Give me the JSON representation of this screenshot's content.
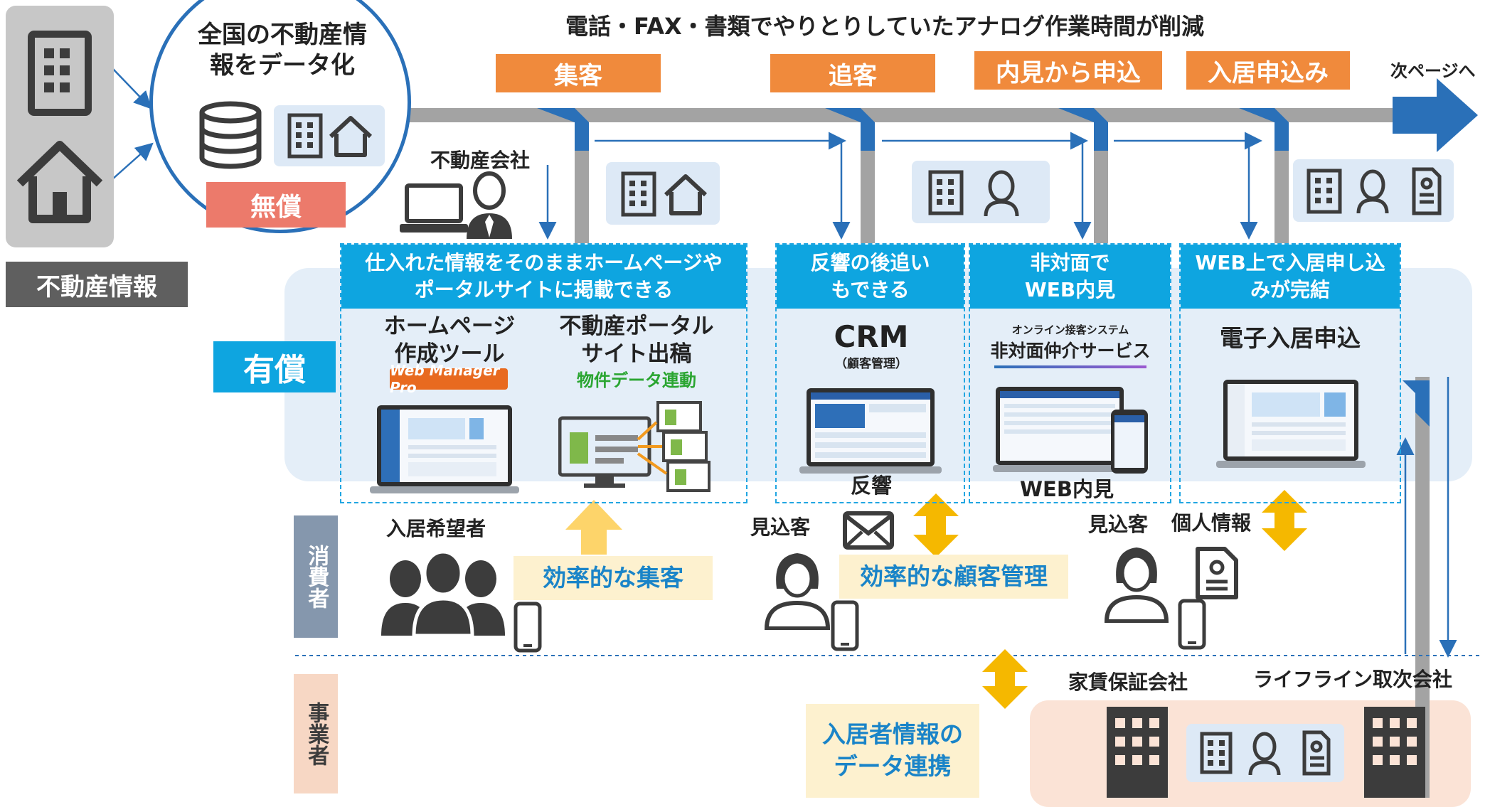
{
  "headline": "電話・FAX・書類でやりとりしていたアナログ作業時間が削減",
  "next_page": "次ページへ",
  "left": {
    "label": "不動産情報",
    "cloud_text": "全国の不動産情報をデータ化",
    "free": "無償"
  },
  "stages": [
    "集客",
    "追客",
    "内見から申込",
    "入居申込み"
  ],
  "paid": "有償",
  "company_label": "不動産会社",
  "features": [
    {
      "head": "仕入れた情報をそのままホームページやポータルサイトに掲載できる"
    },
    {
      "head": "反響の後追いもできる"
    },
    {
      "head": "非対面でWEB内見"
    },
    {
      "head": "WEB上で入居申し込みが完結"
    }
  ],
  "products": {
    "hp_tool": "ホームページ作成ツール",
    "hp_logo": "Web Manager Pro",
    "portal": "不動産ポータルサイト出稿",
    "portal_sub": "物件データ連動",
    "crm": "CRM",
    "crm_sub": "（顧客管理）",
    "crm_caption": "反響",
    "online_small": "オンライン接客システム",
    "online_title": "非対面仲介サービス",
    "online_caption": "WEB内見",
    "apply": "電子入居申込"
  },
  "consumer": {
    "tab": "消費者",
    "applicant": "入居希望者",
    "prospect1": "見込客",
    "prospect2": "見込客",
    "personal": "個人情報"
  },
  "benefits": {
    "acquisition": "効率的な集客",
    "crm": "効率的な顧客管理",
    "link": "入居者情報のデータ連携"
  },
  "business": {
    "tab": "事業者",
    "guarantee": "家賃保証会社",
    "lifeline": "ライフライン取次会社"
  },
  "colors": {
    "orange": "#f08a3c",
    "cyan": "#0ea5e0",
    "blue": "#2a70b8",
    "gray_track": "#a3a3a3",
    "free_red": "#ec7a6b",
    "highlight": "#fdf1cf",
    "consumer_tab": "#8597ad",
    "business_tab": "#f7d7c4",
    "company_bg": "#fbe3d6"
  }
}
